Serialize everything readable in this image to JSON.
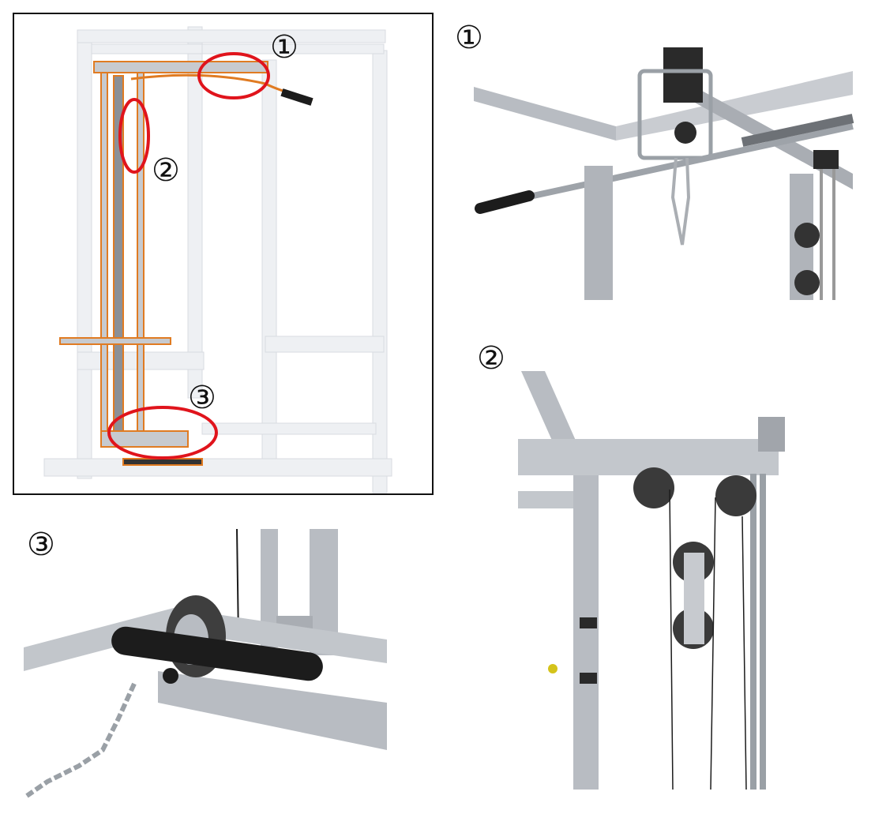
{
  "figure": {
    "callouts": [
      "①",
      "②",
      "③"
    ]
  },
  "colors": {
    "highlight_ring": "#e0141c",
    "accessory_outline": "#e07b22",
    "frame": "#eef0f3",
    "steel": "#b8bcc2",
    "steel_dark": "#7d8288",
    "foam": "#1c1c1c"
  }
}
